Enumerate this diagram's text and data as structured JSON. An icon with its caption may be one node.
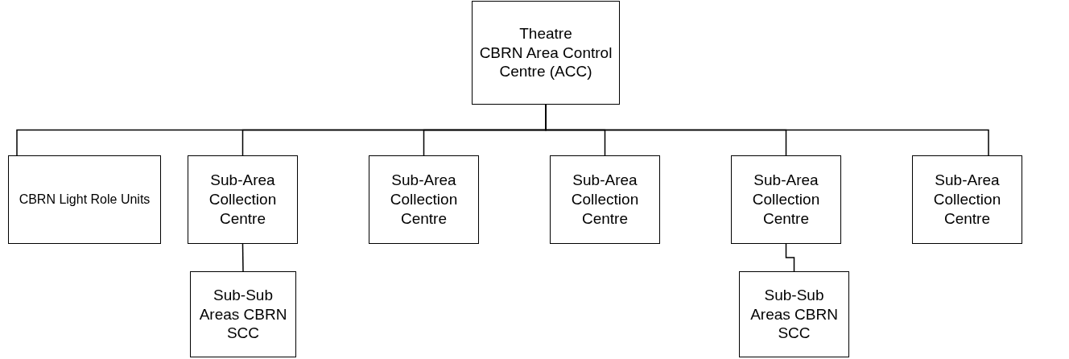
{
  "diagram": {
    "nodes": [
      {
        "text": [
          "Theatre",
          "CBRN Area Control Centre (ACC)"
        ]
      },
      {
        "text": [
          "CBRN Light Role Units"
        ]
      },
      {
        "text": [
          "Sub-Area Collection Centre"
        ]
      },
      {
        "text": [
          "Sub-Area Collection Centre"
        ]
      },
      {
        "text": [
          "Sub-Area Collection Centre"
        ]
      },
      {
        "text": [
          "Sub-Area Collection Centre"
        ]
      },
      {
        "text": [
          "Sub-Area Collection Centre"
        ]
      },
      {
        "text": [
          "Sub-Sub Areas CBRN SCC"
        ]
      },
      {
        "text": [
          "Sub-Sub Areas CBRN SCC"
        ]
      }
    ],
    "edges": [
      {
        "from": 0,
        "to": 1,
        "arrow": "none"
      },
      {
        "from": 0,
        "to": 2,
        "arrow": "none"
      },
      {
        "from": 0,
        "to": 3,
        "arrow": "none"
      },
      {
        "from": 0,
        "to": 4,
        "arrow": "none"
      },
      {
        "from": 0,
        "to": 5,
        "arrow": "none"
      },
      {
        "from": 0,
        "to": 6,
        "arrow": "none"
      },
      {
        "from": 2,
        "to": 7,
        "arrow": "none"
      },
      {
        "from": 5,
        "to": 8,
        "arrow": "none"
      }
    ]
  }
}
